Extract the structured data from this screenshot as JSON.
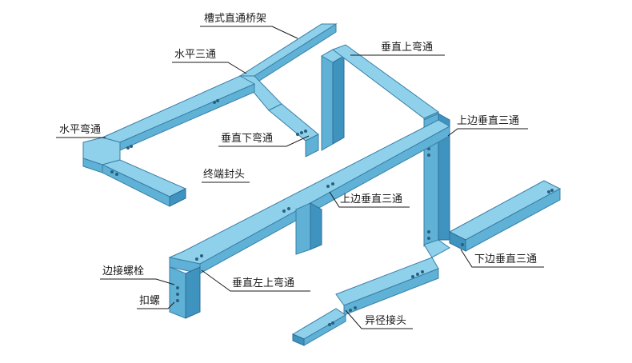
{
  "labels": {
    "groove_straight_tray": "槽式直通桥架",
    "horizontal_tee": "水平三通",
    "horizontal_elbow": "水平弯通",
    "vertical_down_elbow": "垂直下弯通",
    "end_cap": "终端封头",
    "vertical_up_elbow": "垂直上弯通",
    "upper_vertical_tee_1": "上边垂直三通",
    "upper_vertical_tee_2": "上边垂直三通",
    "side_bolt": "边接螺栓",
    "clip_nut": "扣螺",
    "vertical_left_up_elbow": "垂直左上弯通",
    "lower_vertical_tee": "下边垂直三通",
    "reducer_joint": "异径接头"
  },
  "colors": {
    "tray_top": "#8fd0ea",
    "tray_side": "#5fb1d6",
    "tray_dark": "#3f93bf",
    "outline": "#3a7fa8",
    "text": "#1a1a1a"
  }
}
